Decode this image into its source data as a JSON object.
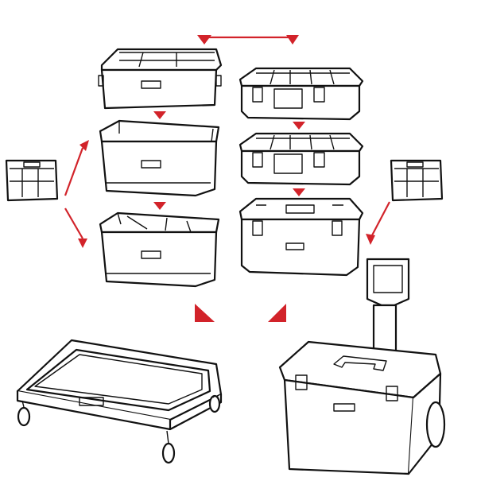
{
  "colors": {
    "arrow": "#d2232a",
    "outline": "#111111",
    "background": "#ffffff"
  },
  "icons": [
    "storage-box-with-lid",
    "open-storage-box",
    "divided-storage-box",
    "organizer",
    "organizer-small",
    "toolbox",
    "dolly",
    "rolling-cart"
  ]
}
